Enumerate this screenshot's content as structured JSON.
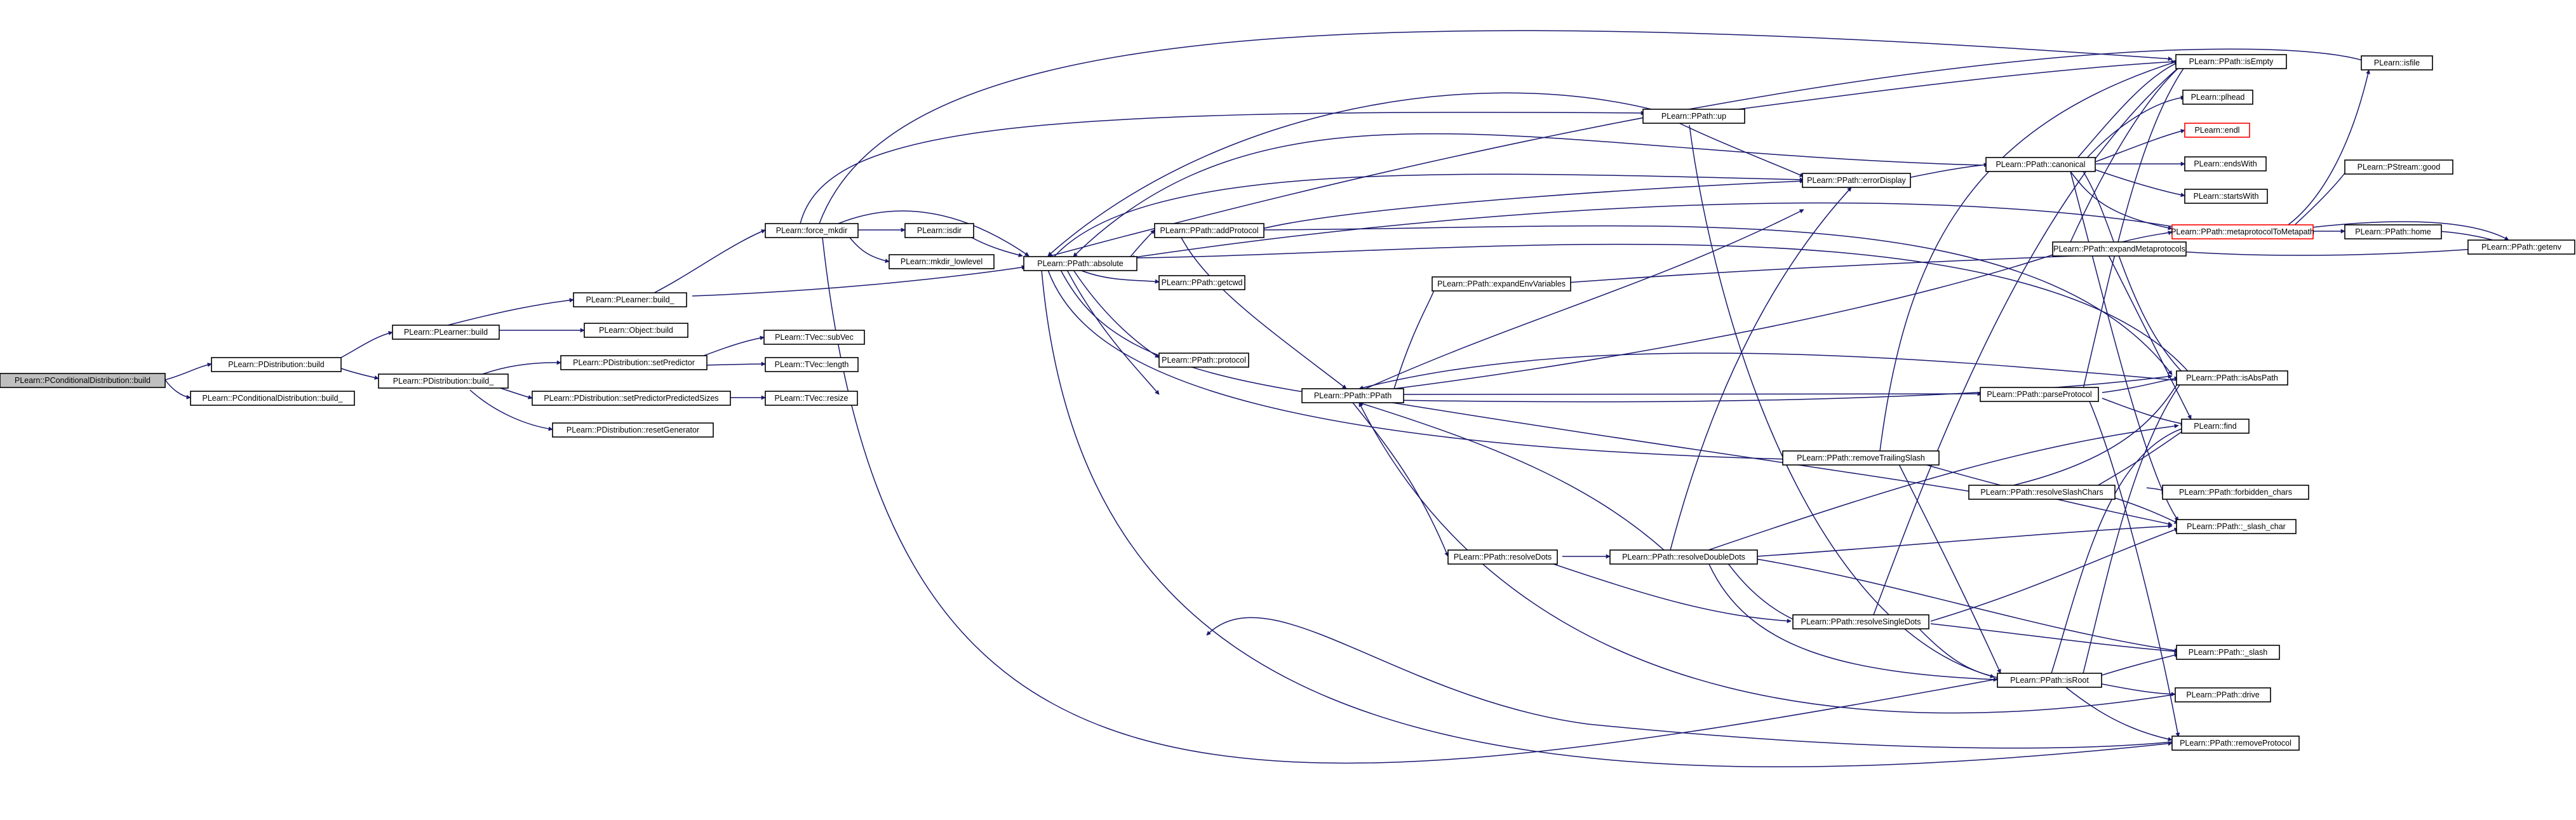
{
  "colors": {
    "edge": "#191970",
    "root_fill": "#bfbfbf",
    "red_border": "#ff0000"
  },
  "nodes": [
    {
      "id": "root",
      "label": "PLearn::PConditionalDistribution::build",
      "style": "root"
    },
    {
      "id": "pdist_build",
      "label": "PLearn::PDistribution::build"
    },
    {
      "id": "pcond_build_",
      "label": "PLearn::PConditionalDistribution::build_"
    },
    {
      "id": "plearner_build",
      "label": "PLearn::PLearner::build"
    },
    {
      "id": "pdist_build_",
      "label": "PLearn::PDistribution::build_"
    },
    {
      "id": "plearner_build_",
      "label": "PLearn::PLearner::build_"
    },
    {
      "id": "object_build",
      "label": "PLearn::Object::build"
    },
    {
      "id": "set_predictor",
      "label": "PLearn::PDistribution::setPredictor"
    },
    {
      "id": "set_pred_sizes",
      "label": "PLearn::PDistribution::setPredictorPredictedSizes"
    },
    {
      "id": "reset_gen",
      "label": "PLearn::PDistribution::resetGenerator"
    },
    {
      "id": "tvec_subvec",
      "label": "PLearn::TVec::subVec"
    },
    {
      "id": "tvec_length",
      "label": "PLearn::TVec::length"
    },
    {
      "id": "tvec_resize",
      "label": "PLearn::TVec::resize"
    },
    {
      "id": "force_mkdir",
      "label": "PLearn::force_mkdir"
    },
    {
      "id": "isdir",
      "label": "PLearn::isdir"
    },
    {
      "id": "mkdir_lowlevel",
      "label": "PLearn::mkdir_lowlevel"
    },
    {
      "id": "absolute",
      "label": "PLearn::PPath::absolute"
    },
    {
      "id": "add_protocol",
      "label": "PLearn::PPath::addProtocol"
    },
    {
      "id": "getcwd",
      "label": "PLearn::PPath::getcwd"
    },
    {
      "id": "protocol",
      "label": "PLearn::PPath::protocol"
    },
    {
      "id": "ppath_ctor",
      "label": "PLearn::PPath::PPath"
    },
    {
      "id": "expand_env",
      "label": "PLearn::PPath::expandEnvVariables"
    },
    {
      "id": "resolve_dots",
      "label": "PLearn::PPath::resolveDots"
    },
    {
      "id": "resolve_double",
      "label": "PLearn::PPath::resolveDoubleDots"
    },
    {
      "id": "remove_trailing",
      "label": "PLearn::PPath::removeTrailingSlash"
    },
    {
      "id": "resolve_single",
      "label": "PLearn::PPath::resolveSingleDots"
    },
    {
      "id": "is_root",
      "label": "PLearn::PPath::isRoot"
    },
    {
      "id": "up",
      "label": "PLearn::PPath::up"
    },
    {
      "id": "error_display",
      "label": "PLearn::PPath::errorDisplay"
    },
    {
      "id": "canonical",
      "label": "PLearn::PPath::canonical"
    },
    {
      "id": "expand_meta",
      "label": "PLearn::PPath::expandMetaprotocols"
    },
    {
      "id": "parse_protocol",
      "label": "PLearn::PPath::parseProtocol"
    },
    {
      "id": "resolve_slash",
      "label": "PLearn::PPath::resolveSlashChars"
    },
    {
      "id": "is_empty",
      "label": "PLearn::PPath::isEmpty"
    },
    {
      "id": "plhead",
      "label": "PLearn::plhead"
    },
    {
      "id": "endl",
      "label": "PLearn::endl",
      "style": "red"
    },
    {
      "id": "ends_with",
      "label": "PLearn::endsWith"
    },
    {
      "id": "starts_with",
      "label": "PLearn::startsWith"
    },
    {
      "id": "meta_to_meta",
      "label": "PLearn::PPath::metaprotocolToMetapath",
      "style": "red"
    },
    {
      "id": "is_abs_path",
      "label": "PLearn::PPath::isAbsPath"
    },
    {
      "id": "find",
      "label": "PLearn::find"
    },
    {
      "id": "forbidden",
      "label": "PLearn::PPath::forbidden_chars"
    },
    {
      "id": "slash_char",
      "label": "PLearn::PPath::_slash_char"
    },
    {
      "id": "slash",
      "label": "PLearn::PPath::_slash"
    },
    {
      "id": "drive",
      "label": "PLearn::PPath::drive"
    },
    {
      "id": "remove_protocol",
      "label": "PLearn::PPath::removeProtocol"
    },
    {
      "id": "isfile",
      "label": "PLearn::isfile"
    },
    {
      "id": "pstream_good",
      "label": "PLearn::PStream::good"
    },
    {
      "id": "home",
      "label": "PLearn::PPath::home"
    },
    {
      "id": "getenv",
      "label": "PLearn::PPath::getenv"
    }
  ]
}
